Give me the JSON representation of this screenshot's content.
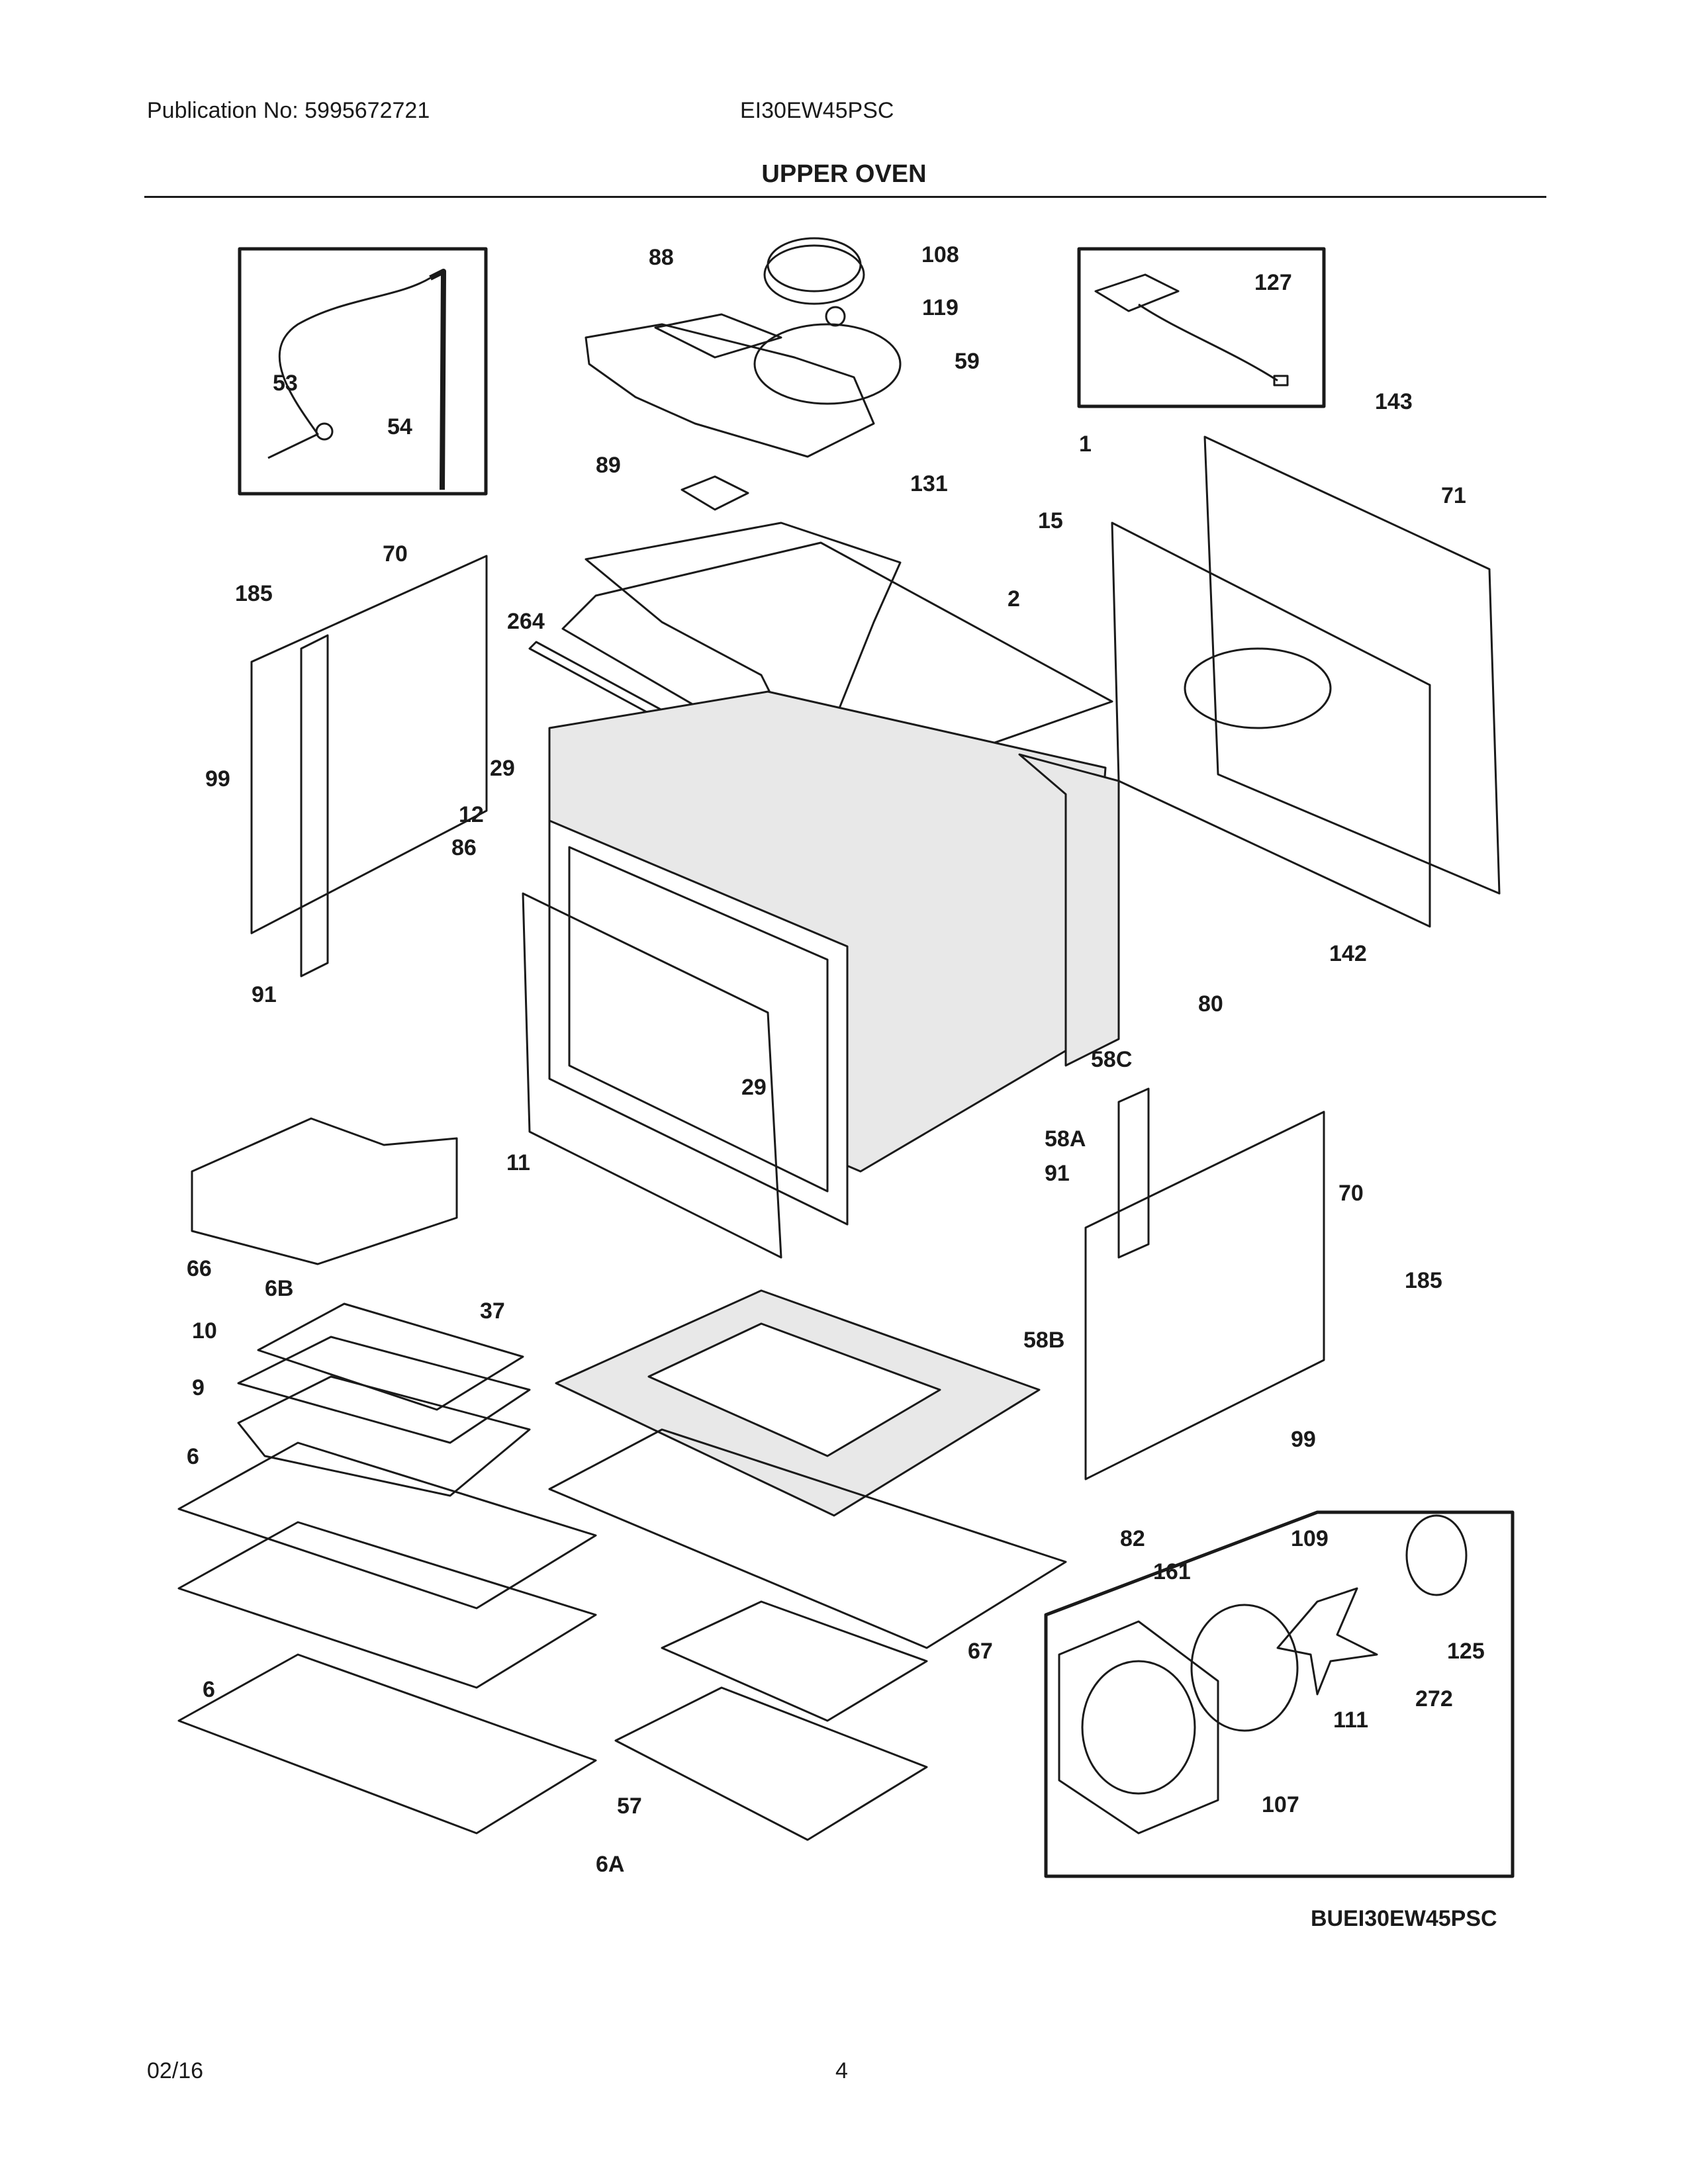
{
  "header": {
    "publication": "Publication No: 5995672721",
    "model": "EI30EW45PSC",
    "section_title": "UPPER OVEN"
  },
  "diagram": {
    "code": "BUEI30EW45PSC",
    "callouts": [
      "108",
      "88",
      "119",
      "59",
      "127",
      "53",
      "54",
      "89",
      "131",
      "143",
      "1",
      "71",
      "15",
      "70",
      "185",
      "264",
      "2",
      "99",
      "29",
      "12",
      "86",
      "91",
      "142",
      "80",
      "58C",
      "29",
      "11",
      "58A",
      "91",
      "70",
      "66",
      "6B",
      "37",
      "58B",
      "185",
      "10",
      "9",
      "99",
      "6",
      "82",
      "109",
      "161",
      "125",
      "6",
      "67",
      "272",
      "111",
      "57",
      "107",
      "6A"
    ]
  },
  "footer": {
    "date": "02/16",
    "page": "4"
  }
}
